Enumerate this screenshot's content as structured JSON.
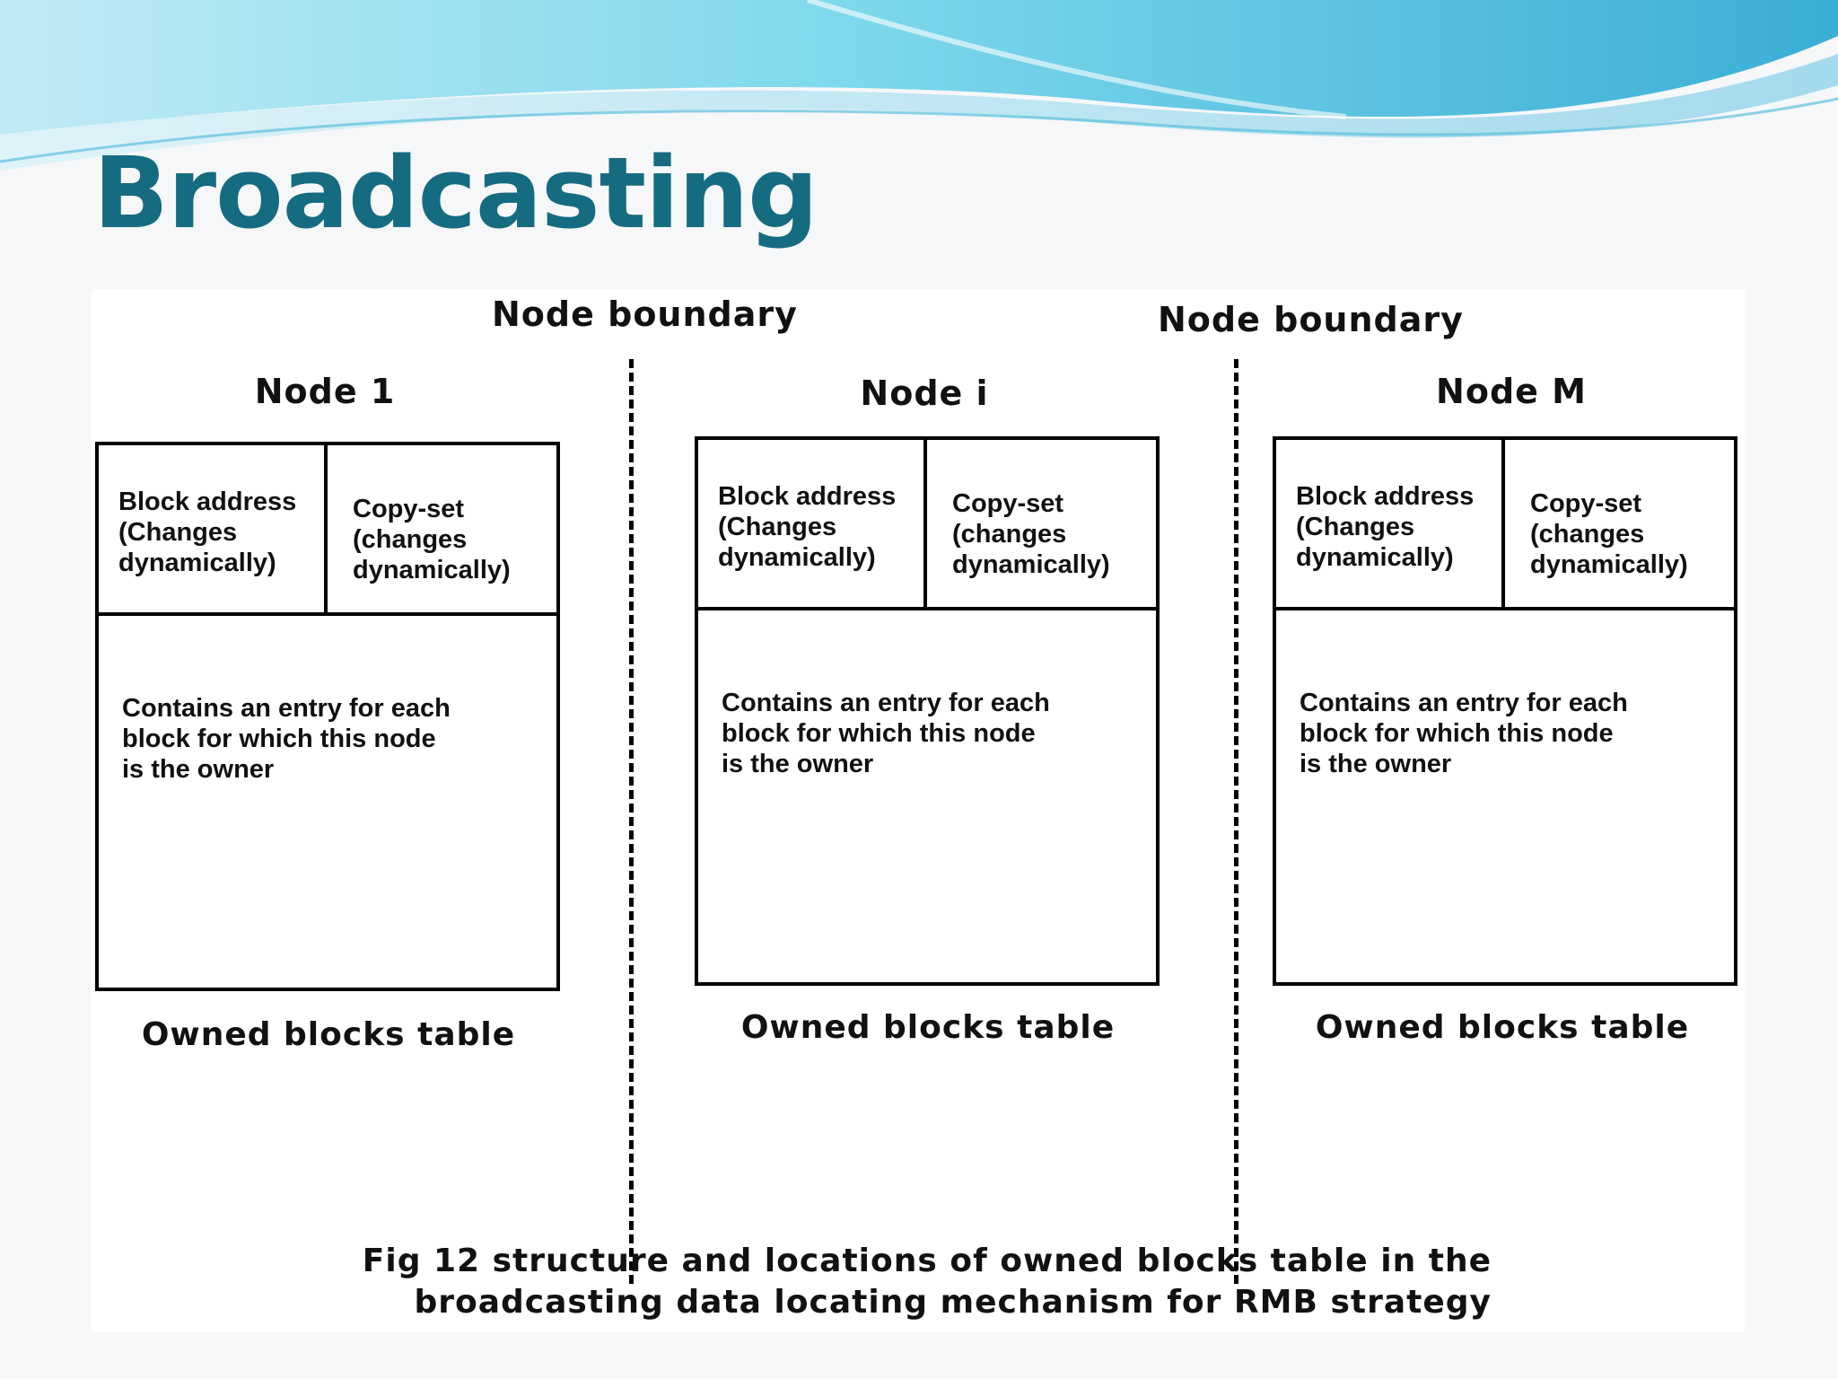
{
  "slide": {
    "title": "Broadcasting",
    "title_color": "#156b80",
    "banner_colors": [
      "#7ed8ec",
      "#3fb1d8",
      "#b9e6f2"
    ]
  },
  "diagram": {
    "boundary_labels": [
      "Node boundary",
      "Node boundary"
    ],
    "nodes": [
      {
        "title": "Node 1",
        "header_left": "Block address\n(Changes\n dynamically)",
        "header_right": "Copy-set\n(changes\ndynamically)",
        "body": "Contains an entry for each\nblock for which this node\n is the owner",
        "caption": "Owned blocks table"
      },
      {
        "title": "Node i",
        "header_left": "Block address\n(Changes\n dynamically)",
        "header_right": "Copy-set\n(changes\ndynamically)",
        "body": "Contains an entry for each\nblock for which this node\n is the owner",
        "caption": "Owned blocks table"
      },
      {
        "title": "Node M",
        "header_left": "Block address\n(Changes\n dynamically)",
        "header_right": "Copy-set\n(changes\ndynamically)",
        "body": "Contains an entry for each\nblock for which this node\n is the owner",
        "caption": "Owned blocks table"
      }
    ],
    "figure_caption": "Fig 12 structure and locations of owned blocks table in the\nbroadcasting data locating mechanism for RMB strategy"
  }
}
